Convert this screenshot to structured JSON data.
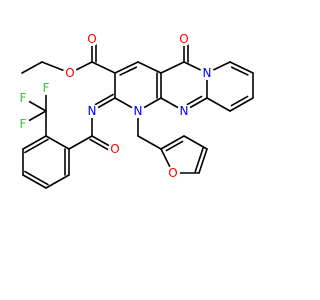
{
  "colors": {
    "bond": "#000000",
    "carbon": "#000000",
    "oxygen": "#ff0000",
    "nitrogen": "#0000ff",
    "fluorine": "#33cc33",
    "background": "#ffffff"
  },
  "atoms": [
    {
      "id": "O1",
      "label": "O",
      "el": "oxygen"
    },
    {
      "id": "O2",
      "label": "O",
      "el": "oxygen"
    },
    {
      "id": "O3",
      "label": "O",
      "el": "oxygen"
    },
    {
      "id": "N1",
      "label": "N",
      "el": "nitrogen"
    },
    {
      "id": "N2",
      "label": "N",
      "el": "nitrogen"
    },
    {
      "id": "N3",
      "label": "N",
      "el": "nitrogen"
    },
    {
      "id": "N4",
      "label": "N",
      "el": "nitrogen"
    },
    {
      "id": "O4",
      "label": "O",
      "el": "oxygen"
    },
    {
      "id": "O5",
      "label": "O",
      "el": "oxygen"
    },
    {
      "id": "F1",
      "label": "F",
      "el": "fluorine"
    },
    {
      "id": "F2",
      "label": "F",
      "el": "fluorine"
    },
    {
      "id": "F3",
      "label": "F",
      "el": "fluorine"
    }
  ]
}
